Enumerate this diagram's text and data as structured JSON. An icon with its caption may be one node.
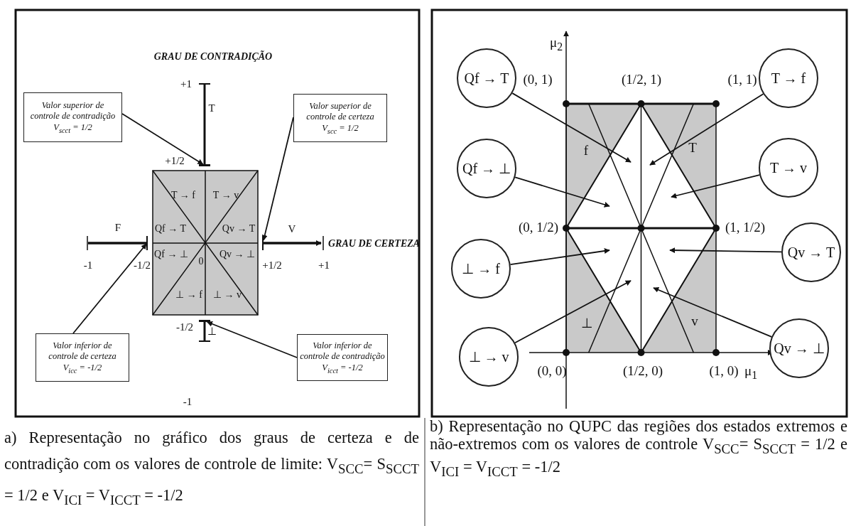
{
  "diagram": {
    "nodes": [
      {
        "text": [
          "Valor superior de controle de contradição",
          "V$_{scct}$ = 1/2"
        ]
      },
      {
        "text": [
          "Valor superior de controle de certeza",
          "V$_{scc}$ = 1/2"
        ]
      },
      {
        "text": [
          "Valor inferior de controle de certeza",
          "V$_{icc}$ = -1/2"
        ]
      },
      {
        "text": [
          "Valor inferior de controle de contradição",
          "V$_{icct}$ = -1/2"
        ]
      },
      {
        "text": [
          "Qf → T"
        ]
      },
      {
        "text": [
          "T → f"
        ]
      },
      {
        "text": [
          "Qf → ⊥"
        ]
      },
      {
        "text": [
          "T → v"
        ]
      },
      {
        "text": [
          "⊥ → f"
        ]
      },
      {
        "text": [
          "Qv → T"
        ]
      },
      {
        "text": [
          "⊥ → v"
        ]
      },
      {
        "text": [
          "Qv → ⊥"
        ]
      },
      {
        "text": [],
        "shape": "bar"
      },
      {
        "text": [],
        "shape": "bar"
      },
      {
        "text": [],
        "shape": "bar"
      },
      {
        "text": [],
        "shape": "bar"
      }
    ],
    "edges": [
      {
        "from": 0,
        "to": 12,
        "arrow": "to"
      },
      {
        "from": 1,
        "to": 14,
        "arrow": "to"
      },
      {
        "from": 2,
        "to": 13,
        "arrow": "to"
      },
      {
        "from": 3,
        "to": 15,
        "arrow": "to"
      },
      {
        "from": 4,
        "to": null,
        "arrow": "to"
      },
      {
        "from": 5,
        "to": null,
        "arrow": "to"
      },
      {
        "from": 6,
        "to": null,
        "arrow": "to"
      },
      {
        "from": 7,
        "to": null,
        "arrow": "to"
      },
      {
        "from": 8,
        "to": null,
        "arrow": "to"
      },
      {
        "from": 9,
        "to": null,
        "arrow": "to"
      },
      {
        "from": 10,
        "to": null,
        "arrow": "to"
      },
      {
        "from": 11,
        "to": null,
        "arrow": "to"
      }
    ],
    "labels": [
      "GRAU DE CONTRADIÇÃO",
      "+1",
      "T",
      "+1/2",
      "T → f",
      "T → v",
      "F",
      "V",
      "Qf → T",
      "Qv → T",
      "GRAU DE CERTEZA",
      "Qf → ⊥",
      "Qv → ⊥",
      "-1",
      "-1/2",
      "0",
      "+1/2",
      "+1",
      "⊥ → f",
      "⊥ → v",
      "-1/2",
      "⊥",
      "-1",
      "μ$_{2}$",
      "(0, 1)",
      "(1/2, 1)",
      "(1, 1)",
      "f",
      "T",
      "(0, 1/2)",
      "(1, 1/2)",
      "⊥",
      "v",
      "(0, 0)",
      "(1/2, 0)",
      "(1, 0)",
      "μ$_{1}$",
      "a) Representação no gráfico dos graus de certeza e de contradição com os valores de controle de limite: V$_{SCC}$= S$_{SCCT}$ = 1/2 e V$_{ICI}$ = V$_{ICCT}$ = -1/2",
      "b) Representação no QUPC das regiões dos estados extremos e não-extremos com os valores de controle V$_{SCC}$= S$_{SCCT}$ = 1/2 e V$_{ICI}$ = V$_{ICCT}$ = -1/2"
    ]
  }
}
